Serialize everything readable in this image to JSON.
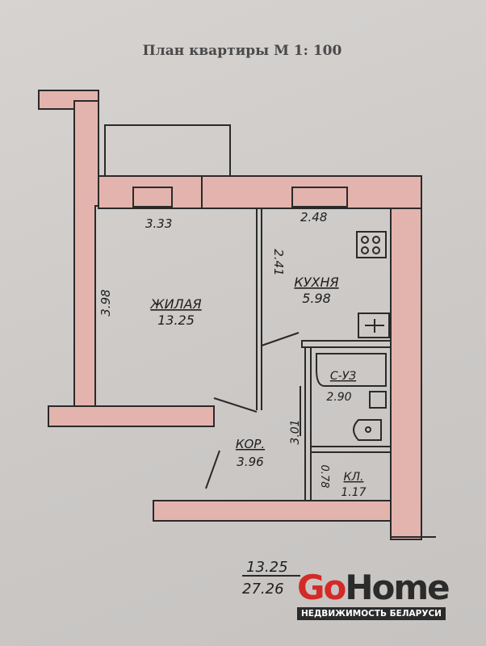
{
  "title": "План квартиры М 1: 100",
  "rooms": {
    "living": {
      "name": "ЖИЛАЯ",
      "area": "13.25",
      "width": "3.33",
      "length": "3.98"
    },
    "kitchen": {
      "name": "КУХНЯ",
      "area": "5.98",
      "width": "2.48",
      "length": "2.41"
    },
    "bathroom": {
      "name": "С-УЗ",
      "area": "2.90"
    },
    "corridor": {
      "name": "КОР.",
      "area": "3.96",
      "length": "3.01"
    },
    "closet": {
      "name": "КЛ.",
      "area": "1.17",
      "width": "0.78"
    }
  },
  "totals": {
    "living_area": "13.25",
    "total_area": "27.26"
  },
  "watermark": {
    "brand_go": "Go",
    "brand_home": "Home",
    "tagline": "НЕДВИЖИМОСТЬ БЕЛАРУСИ"
  }
}
